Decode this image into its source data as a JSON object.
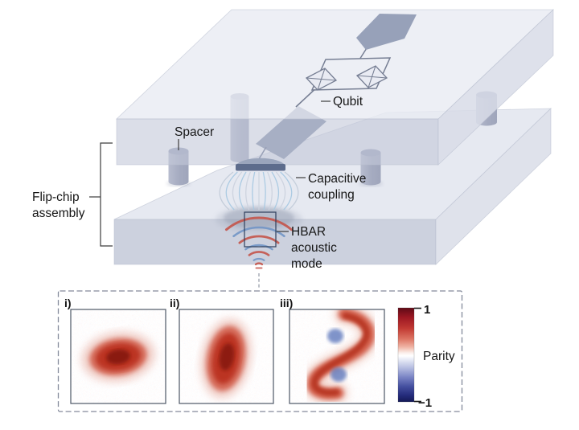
{
  "title": "Flip-chip qubit and HBAR acoustic-mode assembly with parity tomography panels",
  "assembly": {
    "flip_chip_line1": "Flip-chip",
    "flip_chip_line2": "assembly",
    "spacer": "Spacer",
    "qubit": "Qubit",
    "capacitive_line1": "Capacitive",
    "capacitive_line2": "coupling",
    "hbar_line1": "HBAR",
    "hbar_line2": "acoustic",
    "hbar_line3": "mode"
  },
  "panels": [
    {
      "label": "i)"
    },
    {
      "label": "ii)"
    },
    {
      "label": "iii)"
    }
  ],
  "colorbar": {
    "max_label": "1",
    "min_label": "−1",
    "axis_label": "Parity"
  },
  "colors": {
    "parity_max_red": "#5e0a16",
    "parity_min_blue": "#151a56",
    "arc_red": "#c4544a",
    "arc_blue": "#7195c5",
    "blob_red": "#b92d1d",
    "node_blue": "#5b76bb",
    "chip_top": "#e9ebf3",
    "chip_front": "#c3c8d8",
    "pad_dark": "#5d6c8c"
  }
}
